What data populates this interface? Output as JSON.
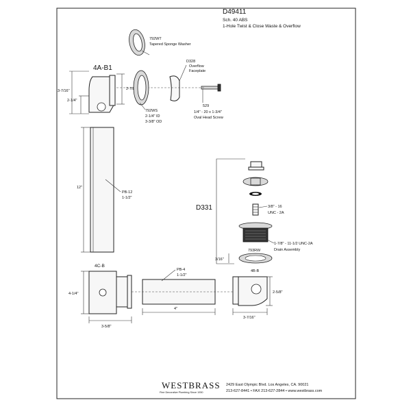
{
  "header": {
    "model": "D49411",
    "material": "Sch. 40 ABS",
    "description": "1-Hole Twist & Close Waste & Overflow"
  },
  "parts": {
    "washer_792wt": {
      "code": "792WT",
      "name": "Tapered Sponge Washer"
    },
    "faceplate_d328": {
      "code": "D328",
      "line1": "Overflow",
      "line2": "Faceplate"
    },
    "screw_529": {
      "code": "529",
      "line1": "1/4\" - 20 x 1-3/4\"",
      "line2": "Oval Head Screw"
    },
    "elbow_4ab1": {
      "code": "4A-B1",
      "dim_height": "3-7/16\"",
      "dim_lower": "2-1/4\"",
      "dim_opening": "2-7/8\""
    },
    "washer_792ws": {
      "code": "792WS",
      "line1": "2-1/4\" ID",
      "line2": "3-3/8\" OD"
    },
    "pipe_pb12": {
      "code": "PB-12",
      "size": "1-1/2\"",
      "length": "12\""
    },
    "drain_d331": {
      "code": "D331"
    },
    "thread_spec": {
      "line1": "3/8\" - 16",
      "line2": "UNC - 2A"
    },
    "drain_assembly": {
      "thread": "1-7/8\" - 11-1/2 UNC-2A",
      "name": "Drain Assembly"
    },
    "washer_793rw": {
      "code": "793RW",
      "thickness": "3/16\""
    },
    "tee_4cb": {
      "code": "4C-B",
      "height": "4-1/4\"",
      "width": "3-5/8\""
    },
    "pipe_pb4": {
      "code": "PB-4",
      "size": "1-1/2\"",
      "length": "4\""
    },
    "shoe_4bb": {
      "code": "4B-B",
      "height": "2-5/8\"",
      "width": "3-7/16\""
    }
  },
  "footer": {
    "brand": "WESTBRASS",
    "tagline": "Fine Decorative Plumbing Since 1930",
    "address": "2429 East Olympic Blvd. Los Angeles, CA. 90021",
    "phone": "213-627-8441 • FAX 213-627-2844 • www.westbrass.com"
  }
}
